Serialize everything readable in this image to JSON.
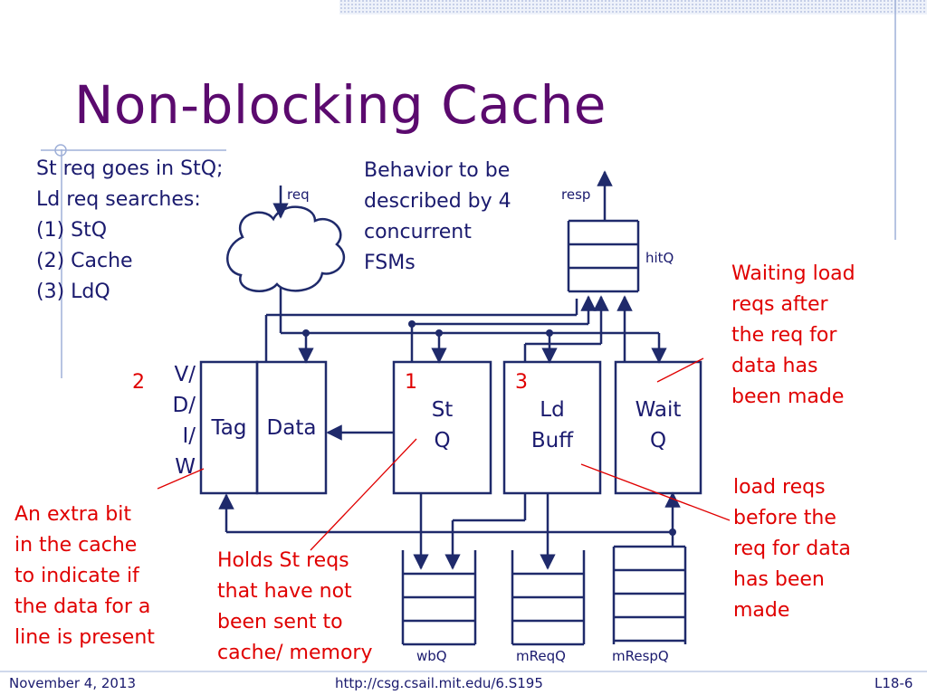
{
  "slide": {
    "title": "Non-blocking Cache",
    "intro_lines": [
      "St req goes in StQ;",
      "Ld req searches:",
      "(1)  StQ",
      "(2) Cache",
      "(3) LdQ"
    ],
    "behavior_lines": [
      "Behavior to be",
      "described by 4",
      "concurrent",
      "FSMs"
    ]
  },
  "diagram": {
    "req_label": "req",
    "resp_label": "resp",
    "hitq_label": "hitQ",
    "vdiw_lines": [
      "V/",
      "D/",
      "I/",
      "W"
    ],
    "tag_label": "Tag",
    "data_label": "Data",
    "stq_lines": [
      "St",
      "Q"
    ],
    "ldbuff_lines": [
      "Ld",
      "Buff"
    ],
    "waitq_lines": [
      "Wait",
      "Q"
    ],
    "wbq_label": "wbQ",
    "mreqq_label": "mReqQ",
    "mrespq_label": "mRespQ",
    "fsm_numbers": {
      "cache": "2",
      "stq": "1",
      "ldbuff": "3"
    }
  },
  "annotations": {
    "waiting": [
      "Waiting load",
      "reqs after",
      "the req for",
      "data has",
      "been made"
    ],
    "load_reqs": [
      "load reqs",
      "before the",
      "req for data",
      "has been",
      "made"
    ],
    "extra_bit": [
      "An extra bit",
      "in the cache",
      "to indicate if",
      "the data for a",
      "line is present"
    ],
    "holds": [
      "Holds St reqs",
      "that have not",
      "been sent to",
      "cache/ memory"
    ]
  },
  "footer": {
    "date": "November 4, 2013",
    "url": "http://csg.csail.mit.edu/6.S195",
    "page": "L18-6"
  },
  "colors": {
    "title": "#5b0a6e",
    "text": "#1a1a6e",
    "annotation": "#e00000",
    "lines": "#1f2a6b"
  }
}
